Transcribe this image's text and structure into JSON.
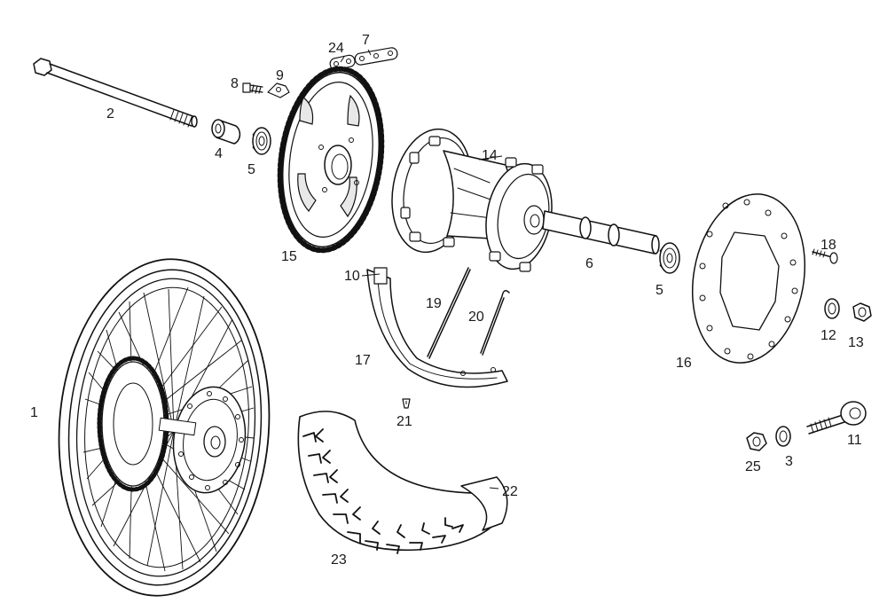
{
  "diagram": {
    "callouts": [
      {
        "id": "p1",
        "text": "1"
      },
      {
        "id": "p2",
        "text": "2"
      },
      {
        "id": "p3",
        "text": "3"
      },
      {
        "id": "p4",
        "text": "4"
      },
      {
        "id": "p5a",
        "text": "5"
      },
      {
        "id": "p5b",
        "text": "5"
      },
      {
        "id": "p6",
        "text": "6"
      },
      {
        "id": "p7",
        "text": "7"
      },
      {
        "id": "p8",
        "text": "8"
      },
      {
        "id": "p9",
        "text": "9"
      },
      {
        "id": "p10",
        "text": "10"
      },
      {
        "id": "p11",
        "text": "11"
      },
      {
        "id": "p12",
        "text": "12"
      },
      {
        "id": "p13",
        "text": "13"
      },
      {
        "id": "p14",
        "text": "14"
      },
      {
        "id": "p15",
        "text": "15"
      },
      {
        "id": "p16",
        "text": "16"
      },
      {
        "id": "p17",
        "text": "17"
      },
      {
        "id": "p18",
        "text": "18"
      },
      {
        "id": "p19",
        "text": "19"
      },
      {
        "id": "p20",
        "text": "20"
      },
      {
        "id": "p21",
        "text": "21"
      },
      {
        "id": "p22",
        "text": "22"
      },
      {
        "id": "p23",
        "text": "23"
      },
      {
        "id": "p24",
        "text": "24"
      },
      {
        "id": "p25",
        "text": "25"
      }
    ]
  }
}
